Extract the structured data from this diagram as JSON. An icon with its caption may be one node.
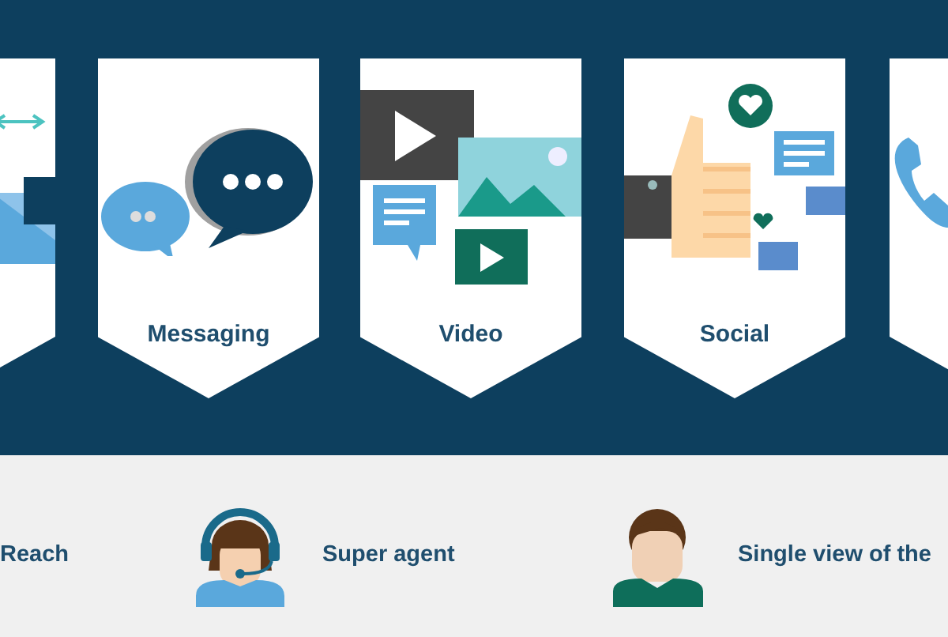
{
  "diagram": {
    "nodes": [
      {
        "text": [],
        "shape": "box"
      },
      {
        "text": [
          "Messaging"
        ]
      },
      {
        "text": [
          "Video"
        ]
      },
      {
        "text": [
          "Social"
        ]
      },
      {
        "text": [],
        "shape": "box"
      }
    ],
    "labels": [
      "Reach",
      "Super agent",
      "Single view of the"
    ]
  }
}
